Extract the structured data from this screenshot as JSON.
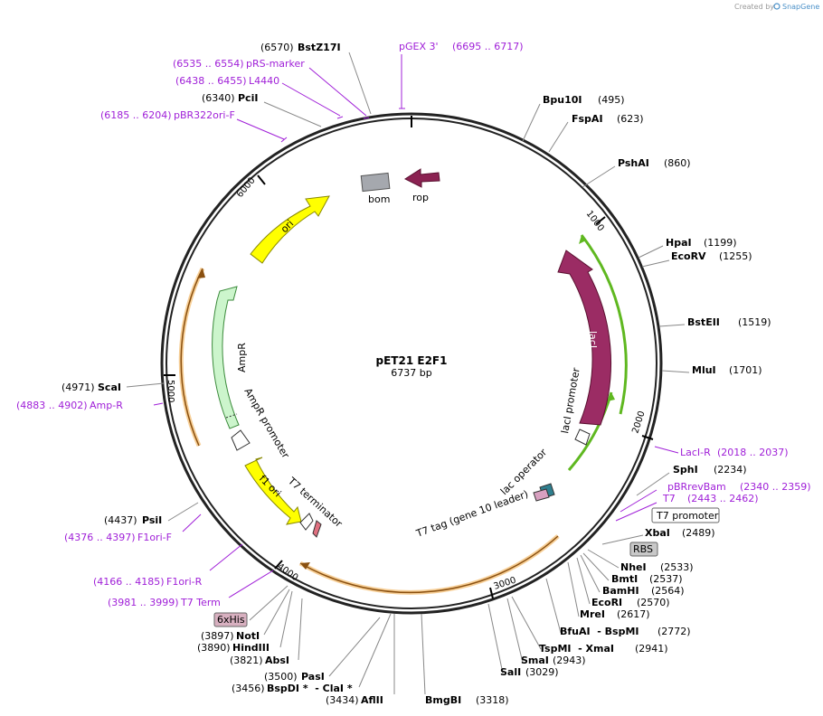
{
  "credit": {
    "prefix": "Created by",
    "brand": "SnapGene"
  },
  "plasmid": {
    "name": "pET21 E2F1",
    "size_label": "6737 bp",
    "length": 6737
  },
  "ticks": [
    "1000",
    "2000",
    "3000",
    "4000",
    "5000",
    "6000"
  ],
  "features": {
    "bom": "bom",
    "rop": "rop",
    "ori": "ori",
    "lacI": "lacI",
    "lacI_promoter": "lacI promoter",
    "AmpR": "AmpR",
    "AmpR_promoter": "AmpR promoter",
    "f1_ori": "f1 ori",
    "T7_terminator": "T7 terminator",
    "lac_operator": "lac operator",
    "T7_tag": "T7 tag (gene 10 leader)",
    "T7_promoter": "T7 promoter",
    "RBS": "RBS",
    "His": "6xHis"
  },
  "sites": [
    {
      "key": "bstz17i",
      "name": "BstZ17I",
      "pos": "(6570)"
    },
    {
      "key": "pcii",
      "name": "PciI",
      "pos": "(6340)"
    },
    {
      "key": "bpu10i",
      "name": "Bpu10I",
      "pos": "(495)"
    },
    {
      "key": "fspai",
      "name": "FspAI",
      "pos": "(623)"
    },
    {
      "key": "pshai",
      "name": "PshAI",
      "pos": "(860)"
    },
    {
      "key": "hpai",
      "name": "HpaI",
      "pos": "(1199)"
    },
    {
      "key": "ecorv",
      "name": "EcoRV",
      "pos": "(1255)"
    },
    {
      "key": "bsteii",
      "name": "BstEII",
      "pos": "(1519)"
    },
    {
      "key": "mlui",
      "name": "MluI",
      "pos": "(1701)"
    },
    {
      "key": "sphi",
      "name": "SphI",
      "pos": "(2234)"
    },
    {
      "key": "xbai",
      "name": "XbaI",
      "pos": "(2489)"
    },
    {
      "key": "nhei",
      "name": "NheI",
      "pos": "(2533)"
    },
    {
      "key": "bmti",
      "name": "BmtI",
      "pos": "(2537)"
    },
    {
      "key": "bamhi",
      "name": "BamHI",
      "pos": "(2564)"
    },
    {
      "key": "ecori",
      "name": "EcoRI",
      "pos": "(2570)"
    },
    {
      "key": "mrei",
      "name": "MreI",
      "pos": "(2617)"
    },
    {
      "key": "bfuai",
      "name": "BfuAI  - BspMI",
      "pos": "(2772)"
    },
    {
      "key": "tspmi",
      "name": "TspMI  - XmaI",
      "pos": "(2941)"
    },
    {
      "key": "smai",
      "name": "SmaI",
      "pos": "(2943)"
    },
    {
      "key": "sali",
      "name": "SalI",
      "pos": "(3029)"
    },
    {
      "key": "bmgbi",
      "name": "BmgBI",
      "pos": "(3318)"
    },
    {
      "key": "aflii",
      "name": "AflII",
      "pos": "(3434)"
    },
    {
      "key": "bspdi",
      "name": "BspDI *  - ClaI *",
      "pos": "(3456)"
    },
    {
      "key": "pasi",
      "name": "PasI",
      "pos": "(3500)"
    },
    {
      "key": "absi",
      "name": "AbsI",
      "pos": "(3821)"
    },
    {
      "key": "hindiii",
      "name": "HindIII",
      "pos": "(3890)"
    },
    {
      "key": "noti",
      "name": "NotI",
      "pos": "(3897)"
    },
    {
      "key": "psii",
      "name": "PsiI",
      "pos": "(4437)"
    },
    {
      "key": "scai",
      "name": "ScaI",
      "pos": "(4971)"
    }
  ],
  "primers": [
    {
      "key": "pgex3",
      "name": "pGEX 3'",
      "range": "(6695 .. 6717)"
    },
    {
      "key": "prsmarker",
      "name": "pRS-marker",
      "range": "(6535 .. 6554)"
    },
    {
      "key": "l4440",
      "name": "L4440",
      "range": "(6438 .. 6455)"
    },
    {
      "key": "pbr322",
      "name": "pBR322ori-F",
      "range": "(6185 .. 6204)"
    },
    {
      "key": "lacir",
      "name": "LacI-R",
      "range": "(2018 .. 2037)"
    },
    {
      "key": "pbrrevbam",
      "name": "pBRrevBam",
      "range": "(2340 .. 2359)"
    },
    {
      "key": "t7",
      "name": "T7",
      "range": "(2443 .. 2462)"
    },
    {
      "key": "ampr",
      "name": "Amp-R",
      "range": "(4883 .. 4902)"
    },
    {
      "key": "f1orif",
      "name": "F1ori-F",
      "range": "(4376 .. 4397)"
    },
    {
      "key": "f1orir",
      "name": "F1ori-R",
      "range": "(4166 .. 4185)"
    },
    {
      "key": "t7term",
      "name": "T7 Term",
      "range": "(3981 .. 3999)"
    }
  ],
  "colors": {
    "backbone": "#222222",
    "ori": "#ffff00",
    "lacI": "#9b2c64",
    "rop": "#8b2252",
    "bom": "#a5a8ae",
    "AmpR": "#ccf5cc",
    "lacI_orf": "#5fb820",
    "his_orf": "#f0a030",
    "primer": "#a020d8",
    "lac_operator": "#2f7f8f",
    "lac_box": "#c8c8c8",
    "his_box": "#d8b0c0"
  }
}
